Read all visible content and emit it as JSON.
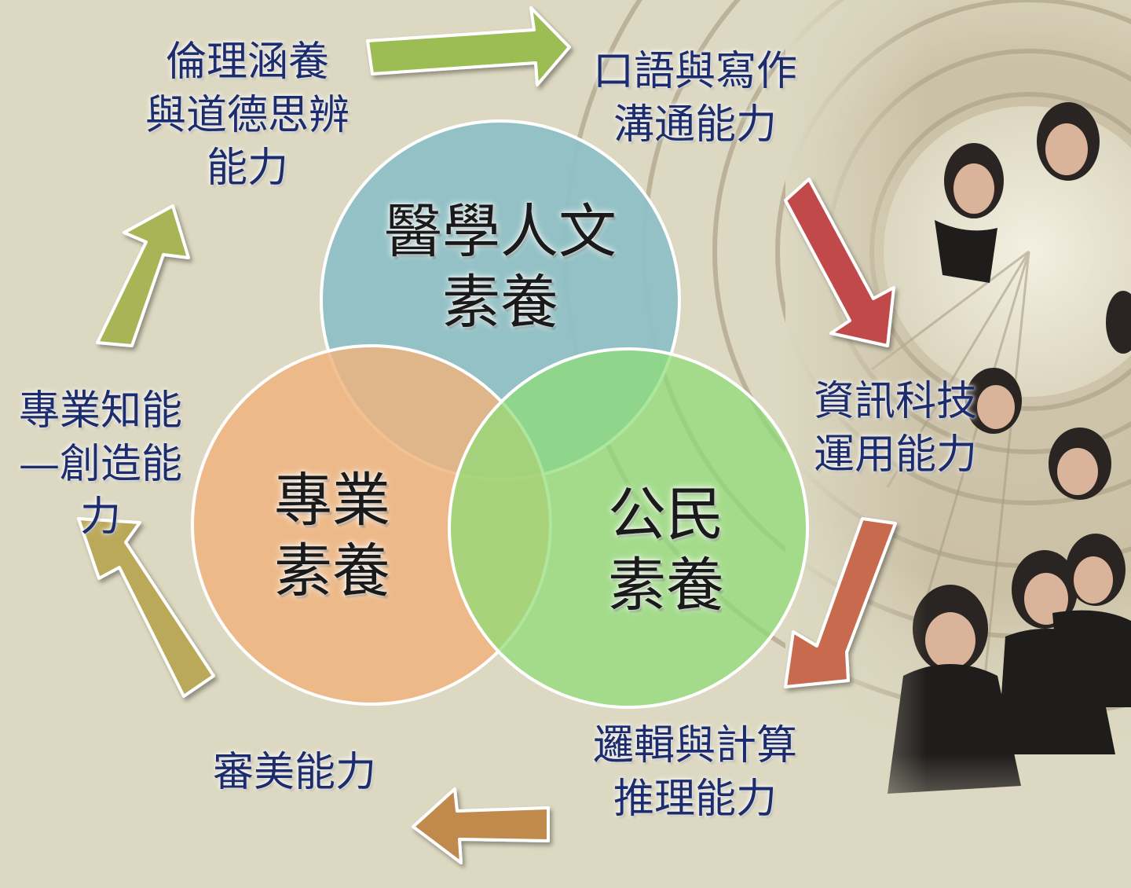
{
  "circles": {
    "humanities": "醫學人文\n素養",
    "professional": "專業\n素養",
    "civic": "公民\n素養"
  },
  "skills": {
    "ethics": "倫理涵養\n與道德思辨\n能力",
    "communication": "口語與寫作\n溝通能力",
    "it": "資訊科技\n運用能力",
    "logic": "邏輯與計算\n推理能力",
    "aesthetic": "審美能力",
    "creative": "專業知能\n—創造能力"
  },
  "colors": {
    "background": "#dcd8c1",
    "humanities_circle": "#8ec0c5",
    "professional_circle": "#f0b27c",
    "civic_circle": "#8edc76",
    "skill_text": "#1c2c6c",
    "arrows": [
      "#9bbd52",
      "#c24a4a",
      "#c76a4d",
      "#bf8a4c",
      "#bba95a",
      "#a8b454"
    ]
  },
  "photo": {
    "description_icon": "graduates-spiral-staircase-photo"
  }
}
